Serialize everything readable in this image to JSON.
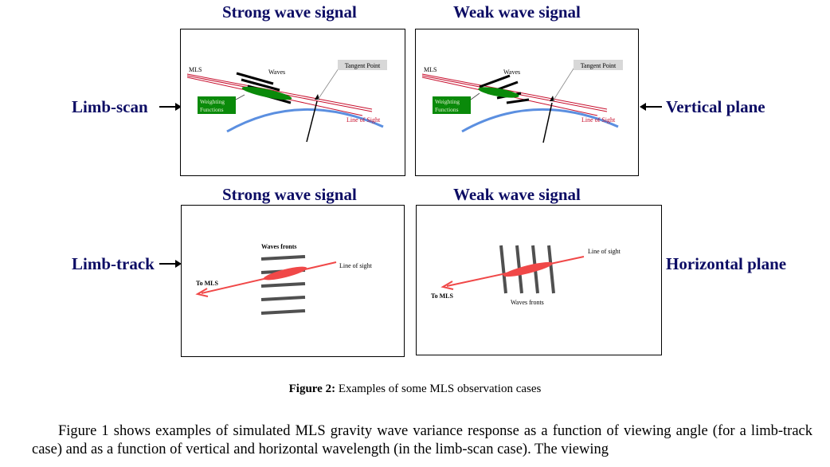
{
  "headers": {
    "top_left": "Strong wave signal",
    "top_right": "Weak wave signal",
    "bottom_left": "Strong wave signal",
    "bottom_right": "Weak wave signal"
  },
  "side_labels": {
    "limb_scan": "Limb-scan",
    "vertical_plane": "Vertical plane",
    "limb_track": "Limb-track",
    "horizontal_plane": "Horizontal plane"
  },
  "panel_labels": {
    "mls": "MLS",
    "waves": "Waves",
    "tangent_point": "Tangent Point",
    "weighting_functions_line1": "Weighting",
    "weighting_functions_line2": "Functions",
    "line_of_sight": "Line of Sight",
    "waves_fronts": "Waves fronts",
    "line_of_sight_lower": "Line of sight",
    "to_mls": "To MLS"
  },
  "caption": {
    "label": "Figure 2:",
    "text": " Examples of some MLS observation cases"
  },
  "paragraph": "Figure 1 shows examples of simulated MLS gravity wave variance response as a function of viewing angle (for a limb-track case) and as a function of vertical and horizontal wavelength (in the limb-scan case). The viewing",
  "colors": {
    "heading": "#0c0c64",
    "line_of_sight": "#c8102e",
    "earth_limb": "#5b8fe0",
    "weighting": "#0a8a0a",
    "arrow_red": "#f04848",
    "wave_gray": "#505050"
  }
}
